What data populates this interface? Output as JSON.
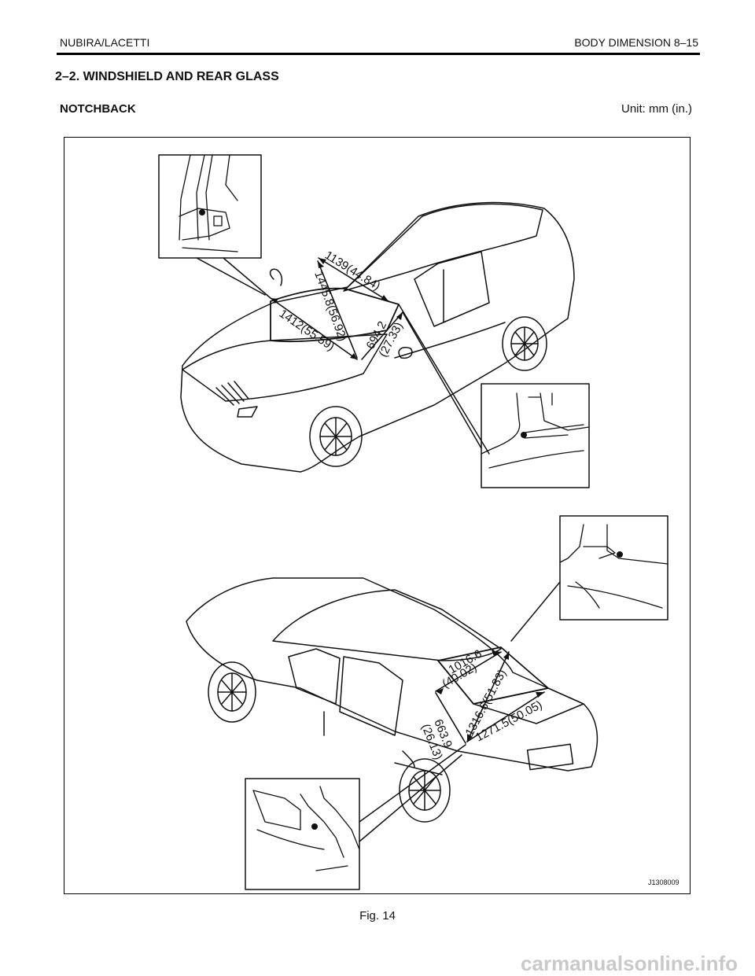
{
  "header": {
    "left": "NUBIRA/LACETTI",
    "right": "BODY DIMENSION 8–15"
  },
  "section_title": "2–2. WINDSHIELD AND REAR GLASS",
  "subtitle": "NOTCHBACK",
  "units": "Unit: mm (in.)",
  "figure": {
    "code": "J1308009",
    "front": {
      "d1": "1139(44.84)",
      "d2": "1445.8(56.92)",
      "d3": "1412(55.59)",
      "d4a": "694.2",
      "d4b": "(27.33)"
    },
    "rear": {
      "d1a": "1016.6",
      "d1b": "(40.02)",
      "d2": "1316.6(51.83)",
      "d3": "1271.5(50.05)",
      "d4a": "663.9",
      "d4b": "(26.13)"
    }
  },
  "caption": "Fig. 14",
  "watermark": "carmanualsonline.info"
}
